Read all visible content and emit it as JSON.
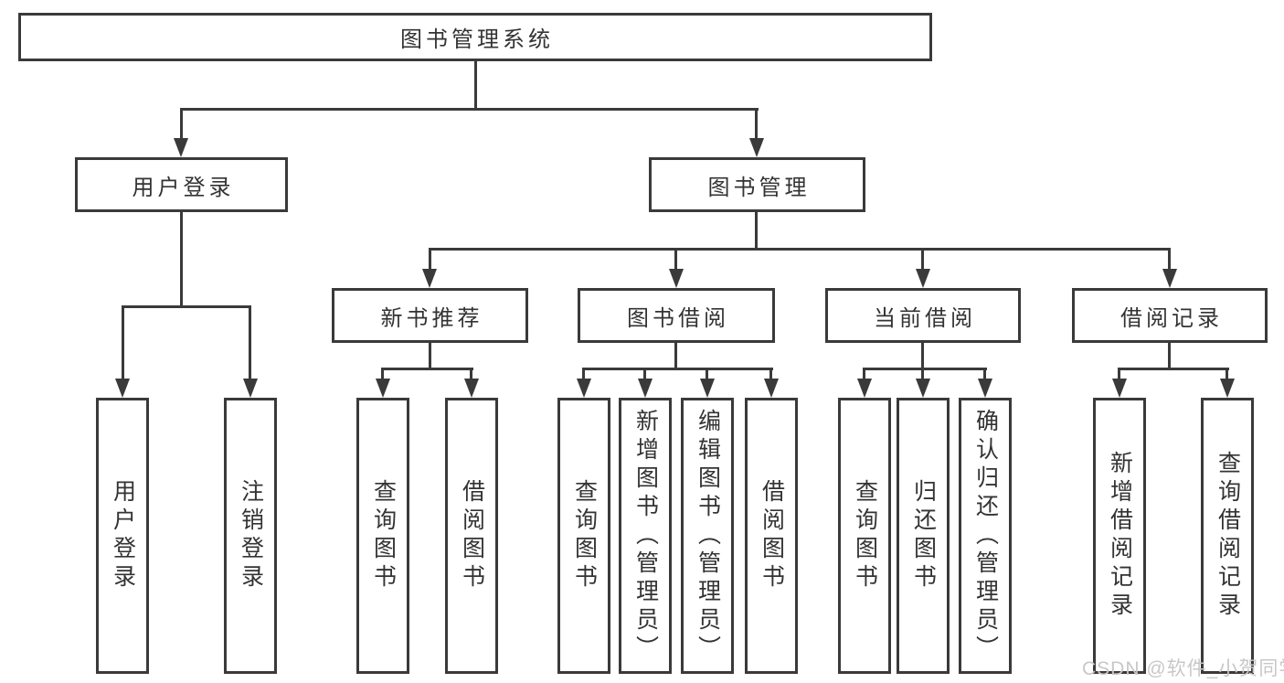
{
  "nodes": {
    "root": "图书管理系统",
    "user_login": "用户登录",
    "book_mgmt": "图书管理",
    "new_book_rec": "新书推荐",
    "book_borrow": "图书借阅",
    "current_borrow": "当前借阅",
    "borrow_records": "借阅记录",
    "leaf_user_login": "用户登录",
    "leaf_logout": "注销登录",
    "leaf_rec_query": "查询图书",
    "leaf_rec_borrow": "借阅图书",
    "leaf_bb_query": "查询图书",
    "leaf_bb_add": "新增图书（管理员）",
    "leaf_bb_edit": "编辑图书（管理员）",
    "leaf_bb_borrow": "借阅图书",
    "leaf_cb_query": "查询图书",
    "leaf_cb_return": "归还图书",
    "leaf_cb_confirm": "确认归还（管理员）",
    "leaf_br_add": "新增借阅记录",
    "leaf_br_query": "查询借阅记录"
  },
  "watermark": "CSDN @软件_小贺同学",
  "colors": {
    "line": "#3a3a3a",
    "text": "#333333",
    "watermark": "#c8c8c8",
    "background": "#ffffff"
  }
}
